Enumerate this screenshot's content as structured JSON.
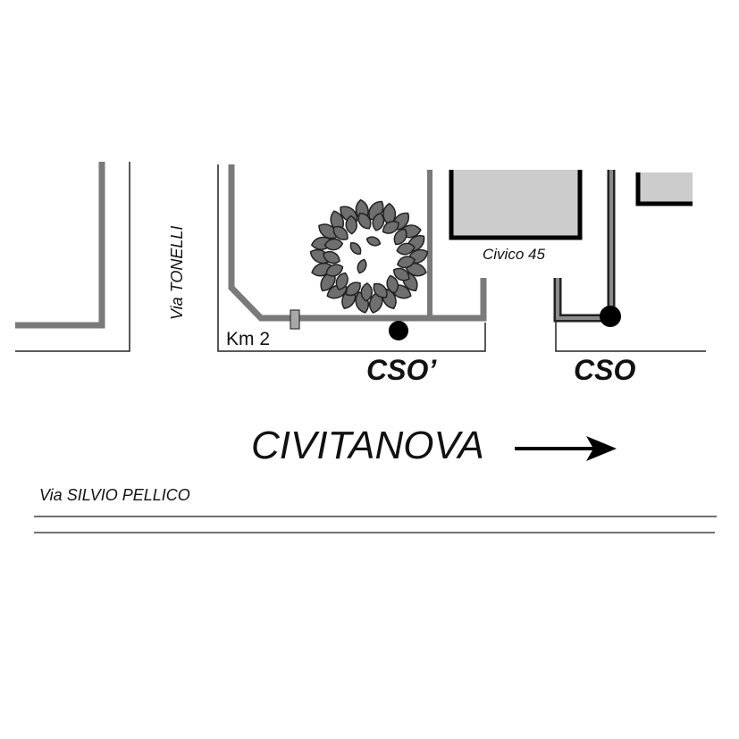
{
  "labels": {
    "street_left": "Via TONELLI",
    "street_bottom": "Via SILVIO PELLICO",
    "km_marker": "Km 2",
    "building": "Civico 45",
    "point_a": "CSO’",
    "point_b": "CSO",
    "direction": "CIVITANOVA"
  },
  "colors": {
    "road_edge": "#222222",
    "gray_line": "#7a7a7a",
    "building_fill": "#cccccc",
    "building_border": "#000000",
    "marker": "#000000",
    "leaf_fill": "#6f6f6f",
    "leaf_stroke": "#222222"
  },
  "icons": {
    "tree": "tree-crown-icon",
    "arrow": "arrow-right-icon",
    "point": "location-dot-icon"
  }
}
